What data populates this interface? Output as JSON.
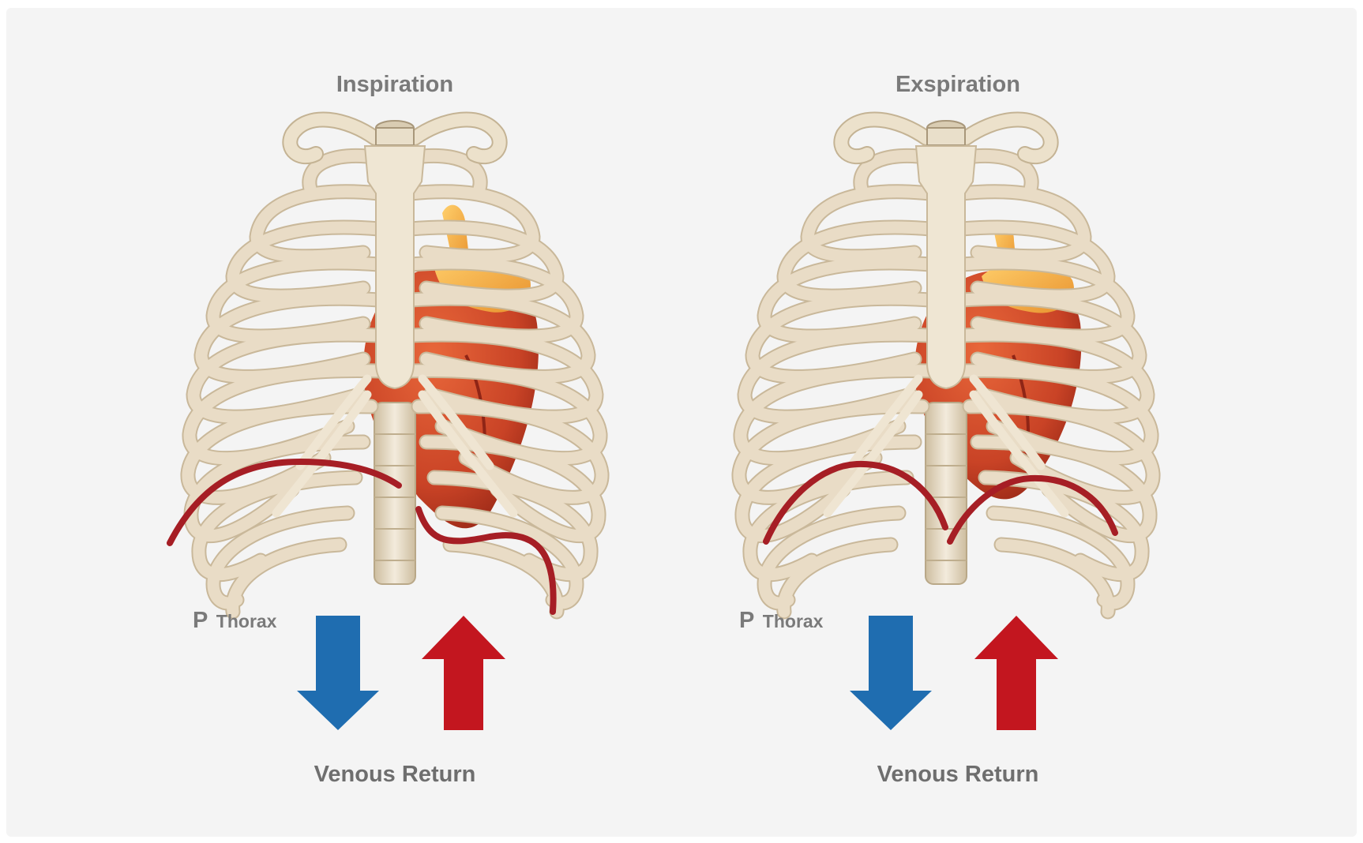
{
  "panels": [
    {
      "title": "Inspiration",
      "pressure_symbol": "P",
      "pressure_subscript": "Thorax",
      "pressure_direction": "down",
      "venous_return_direction": "up",
      "venous_return_label": "Venous Return",
      "diaphragm_shape": "flattened"
    },
    {
      "title": "Exspiration",
      "pressure_symbol": "P",
      "pressure_subscript": "Thorax",
      "pressure_direction": "down",
      "venous_return_direction": "up",
      "venous_return_label": "Venous Return",
      "diaphragm_shape": "domed"
    }
  ],
  "colors": {
    "background": "#f4f4f4",
    "bone": "#e9dcc6",
    "heart": "#cf4a2c",
    "aorta": "#f0a437",
    "diaphragm": "#a61e25",
    "arrow_pressure": "#1f6db0",
    "arrow_return": "#c3161f",
    "text": "#7a7a7a"
  }
}
